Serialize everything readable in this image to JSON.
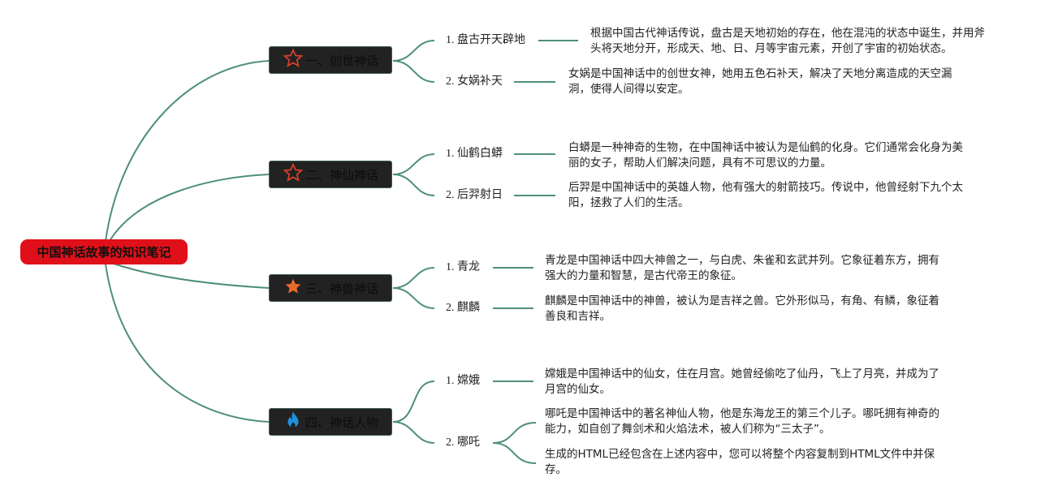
{
  "root": {
    "title": "中国神话故事的知识笔记"
  },
  "colors": {
    "root_bg": "#e0101a",
    "category_bg": "#222222",
    "link": "#4e8f7a",
    "star_outline": "#d8402a",
    "star_filled": "#e8692c",
    "flame": "#1e90e0"
  },
  "categories": [
    {
      "label": "一、创世神话",
      "icon": "star-outline-icon",
      "items": [
        {
          "label": "1. 盘古开天辟地",
          "descriptions": [
            "根据中国古代神话传说，盘古是天地初始的存在，他在混沌的状态中诞生，并用斧头将天地分开，形成天、地、日、月等宇宙元素，开创了宇宙的初始状态。"
          ]
        },
        {
          "label": "2. 女娲补天",
          "descriptions": [
            "女娲是中国神话中的创世女神，她用五色石补天，解决了天地分离造成的天空漏洞，使得人间得以安定。"
          ]
        }
      ]
    },
    {
      "label": "二、神仙神话",
      "icon": "star-outline-icon",
      "items": [
        {
          "label": "1. 仙鹤白蟒",
          "descriptions": [
            "白蟒是一种神奇的生物，在中国神话中被认为是仙鹤的化身。它们通常会化身为美丽的女子，帮助人们解决问题，具有不可思议的力量。"
          ]
        },
        {
          "label": "2. 后羿射日",
          "descriptions": [
            "后羿是中国神话中的英雄人物，他有强大的射箭技巧。传说中，他曾经射下九个太阳，拯救了人们的生活。"
          ]
        }
      ]
    },
    {
      "label": "三、神兽神话",
      "icon": "star-filled-icon",
      "items": [
        {
          "label": "1. 青龙",
          "descriptions": [
            "青龙是中国神话中四大神兽之一，与白虎、朱雀和玄武并列。它象征着东方，拥有强大的力量和智慧，是古代帝王的象征。"
          ]
        },
        {
          "label": "2. 麒麟",
          "descriptions": [
            "麒麟是中国神话中的神兽，被认为是吉祥之兽。它外形似马，有角、有鳞，象征着善良和吉祥。"
          ]
        }
      ]
    },
    {
      "label": "四、神话人物",
      "icon": "flame-icon",
      "items": [
        {
          "label": "1. 嫦娥",
          "descriptions": [
            "嫦娥是中国神话中的仙女，住在月宫。她曾经偷吃了仙丹，飞上了月亮，并成为了月宫的仙女。"
          ]
        },
        {
          "label": "2. 哪吒",
          "descriptions": [
            "哪吒是中国神话中的著名神仙人物，他是东海龙王的第三个儿子。哪吒拥有神奇的能力，如自创了舞剑术和火焰法术，被人们称为“三太子”。",
            "生成的HTML已经包含在上述内容中，您可以将整个内容复制到HTML文件中并保存。"
          ]
        }
      ]
    }
  ]
}
